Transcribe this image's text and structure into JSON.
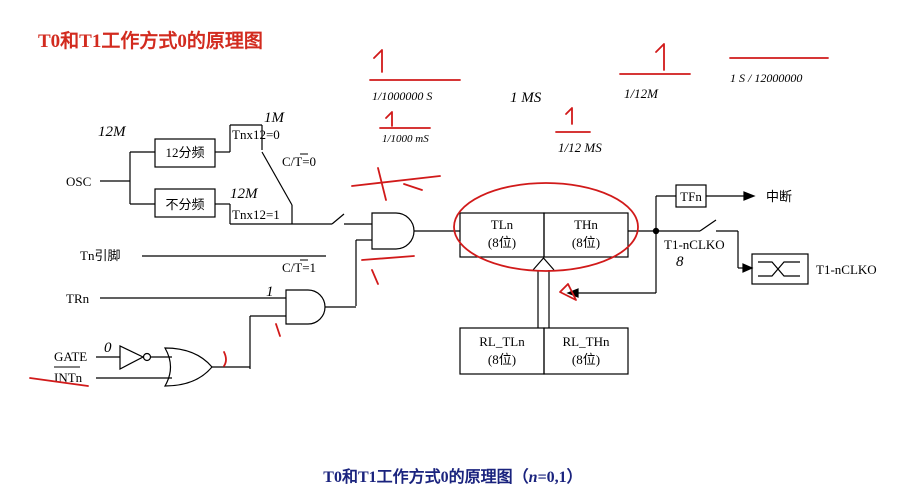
{
  "title_top": "T0和T1工作方式0的原理图",
  "title_bottom": {
    "prefix": "T0和T1工作方式0的原理图（",
    "n": "n",
    "suffix": "=0,1）"
  },
  "labels": {
    "osc": "OSC",
    "div12": "12分频",
    "nodiv": "不分频",
    "tnx12_0": "Tnx12=0",
    "tnx12_1": "Tnx12=1",
    "ct_0": "C/T=0",
    "ct_1": "C/T=1",
    "tn_pin": "Tn引脚",
    "trn": "TRn",
    "gate": "GATE",
    "intn": "INTn",
    "tln": "TLn",
    "thn": "THn",
    "bits8": "(8位)",
    "rl_tln": "RL_TLn",
    "rl_thn": "RL_THn",
    "tfn": "TFn",
    "interrupt": "中断",
    "clko_mid": "T1-nCLKO",
    "clko_right": "T1-nCLKO"
  },
  "annotations": {
    "a_12m": "12M",
    "a_1m": "1M",
    "a_12m_b": "12M",
    "a_frac1": "1/1000000 S",
    "a_ms": "1/1000 mS",
    "a_1us": "1 MS",
    "a_1_12m": "1/12M",
    "a_1s": "1 S / 12000000",
    "a_1_12us": "1/12 MS",
    "a_1": "1",
    "a_0": "0",
    "a_8": "8"
  }
}
